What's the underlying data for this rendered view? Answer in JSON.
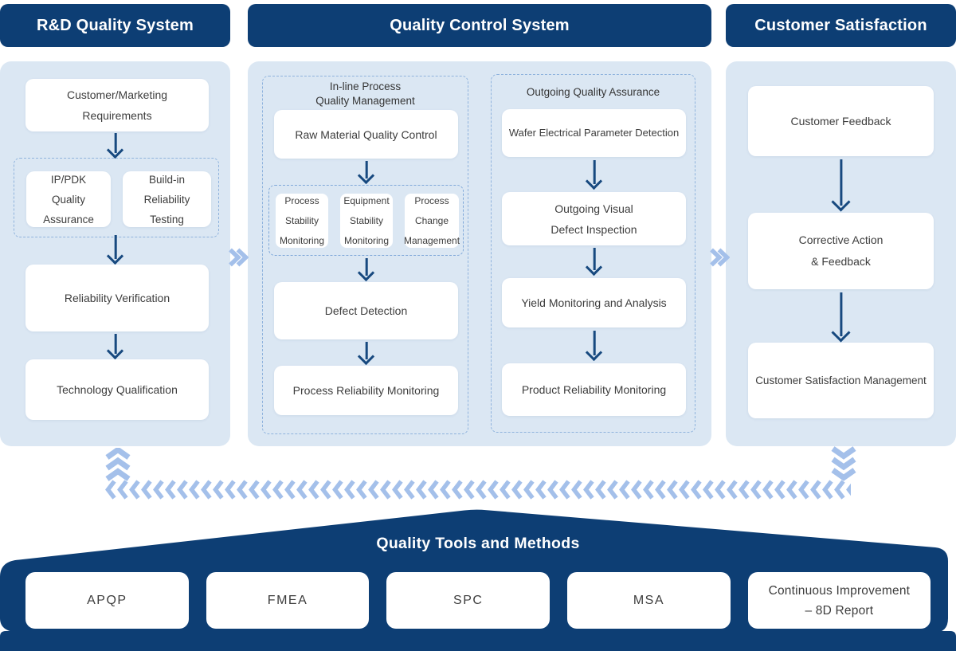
{
  "colors": {
    "navy": "#0d3e74",
    "panel_blue": "#dbe7f3",
    "arrow_dark": "#17497f",
    "chevron_light": "#a4c0ea",
    "dashed_border": "#8fb3dd",
    "box_text": "#3d3d3d"
  },
  "headers": {
    "rd": "R&D Quality System",
    "qc": "Quality Control System",
    "cs": "Customer Satisfaction"
  },
  "rd": {
    "requirements": [
      "Customer/Marketing",
      "Requirements"
    ],
    "ip_pdk": [
      "IP/PDK",
      "Quality",
      "Assurance"
    ],
    "build_in": [
      "Build-in",
      "Reliability",
      "Testing"
    ],
    "reliability_verification": "Reliability Verification",
    "technology_qualification": "Technology Qualification"
  },
  "qc": {
    "inline": {
      "title": [
        "In-line Process",
        "Quality Management"
      ],
      "raw_material": "Raw Material Quality Control",
      "mini": [
        [
          "Process",
          "Stability",
          "Monitoring"
        ],
        [
          "Equipment",
          "Stability",
          "Monitoring"
        ],
        [
          "Process",
          "Change",
          "Management"
        ]
      ],
      "defect_detection": "Defect Detection",
      "process_reliability": "Process Reliability Monitoring"
    },
    "outgoing": {
      "title": "Outgoing Quality Assurance",
      "wafer": "Wafer Electrical Parameter Detection",
      "visual": [
        "Outgoing Visual",
        "Defect Inspection"
      ],
      "yield": "Yield Monitoring and Analysis",
      "product_reliability": "Product Reliability Monitoring"
    }
  },
  "cs": {
    "feedback": "Customer Feedback",
    "corrective": [
      "Corrective Action",
      "& Feedback"
    ],
    "satisfaction": "Customer Satisfaction Management"
  },
  "tools": {
    "title": "Quality Tools and Methods",
    "apqp": "APQP",
    "fmea": "FMEA",
    "spc": "SPC",
    "msa": "MSA",
    "continuous": [
      "Continuous Improvement",
      "– 8D Report"
    ]
  }
}
